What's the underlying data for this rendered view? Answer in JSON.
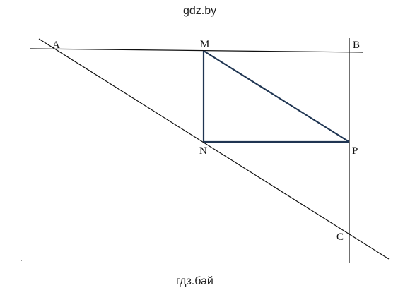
{
  "watermarks": {
    "top": "gdz.by",
    "bottom": "гдз.бай"
  },
  "points": {
    "A": "A",
    "M": "M",
    "B": "B",
    "N": "N",
    "P": "P",
    "C": "C"
  },
  "colors": {
    "construction_line": "#111111",
    "triangle": "#1f3552"
  }
}
